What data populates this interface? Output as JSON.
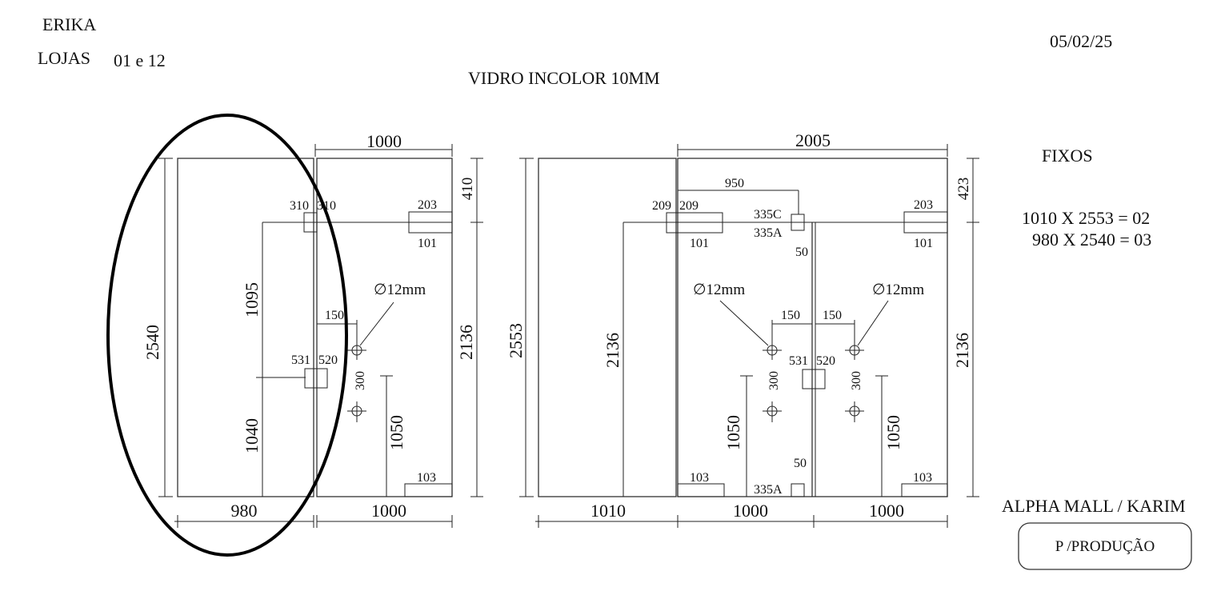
{
  "header": {
    "client": "ERIKA",
    "stores_label": "LOJAS",
    "stores_value": "01 e 12",
    "date": "05/02/25",
    "material": "VIDRO INCOLOR 10MM"
  },
  "side_notes": {
    "fixed_title": "FIXOS",
    "fixed_line_1": "1010 X 2553 = 02",
    "fixed_line_2": "980 X 2540 = 03",
    "project": "ALPHA MALL / KARIM",
    "production_button": "P /PRODUÇÃO"
  },
  "left_drawing": {
    "top_width": "1000",
    "height_total": "2540",
    "height_right": "2136",
    "top_offset": "410",
    "hinge_left": "310",
    "hinge_right": "310",
    "pivot_top": "203",
    "pivot_bottom": "101",
    "height_upper": "1095",
    "height_lower": "1040",
    "handle_offset": "150",
    "hole_label": "∅12mm",
    "lock_left": "531",
    "lock_right": "520",
    "hole_spacing": "300",
    "handle_height": "1050",
    "floor_pivot": "103",
    "bottom_left_width": "980",
    "bottom_right_width": "1000"
  },
  "right_drawing": {
    "top_width": "2005",
    "height_total": "2553",
    "top_offset": "423",
    "height_left": "2136",
    "height_right": "2136",
    "offset_950": "950",
    "hinge_left": "209",
    "hinge_right": "209",
    "pivot_left_bottom": "101",
    "conn_top": "335C",
    "conn_mid": "335A",
    "gap_top": "50",
    "pivot_right_top": "203",
    "pivot_right_bottom": "101",
    "hole_label_left": "∅12mm",
    "hole_label_right": "∅12mm",
    "handle_offset_left": "150",
    "handle_offset_right": "150",
    "lock_left": "531",
    "lock_right": "520",
    "hole_spacing_left": "300",
    "hole_spacing_right": "300",
    "handle_height_left": "1050",
    "handle_height_right": "1050",
    "gap_bottom": "50",
    "conn_bottom": "335A",
    "floor_pivot_left": "103",
    "floor_pivot_right": "103",
    "bottom_width_fixed": "1010",
    "bottom_width_door_left": "1000",
    "bottom_width_door_right": "1000"
  }
}
